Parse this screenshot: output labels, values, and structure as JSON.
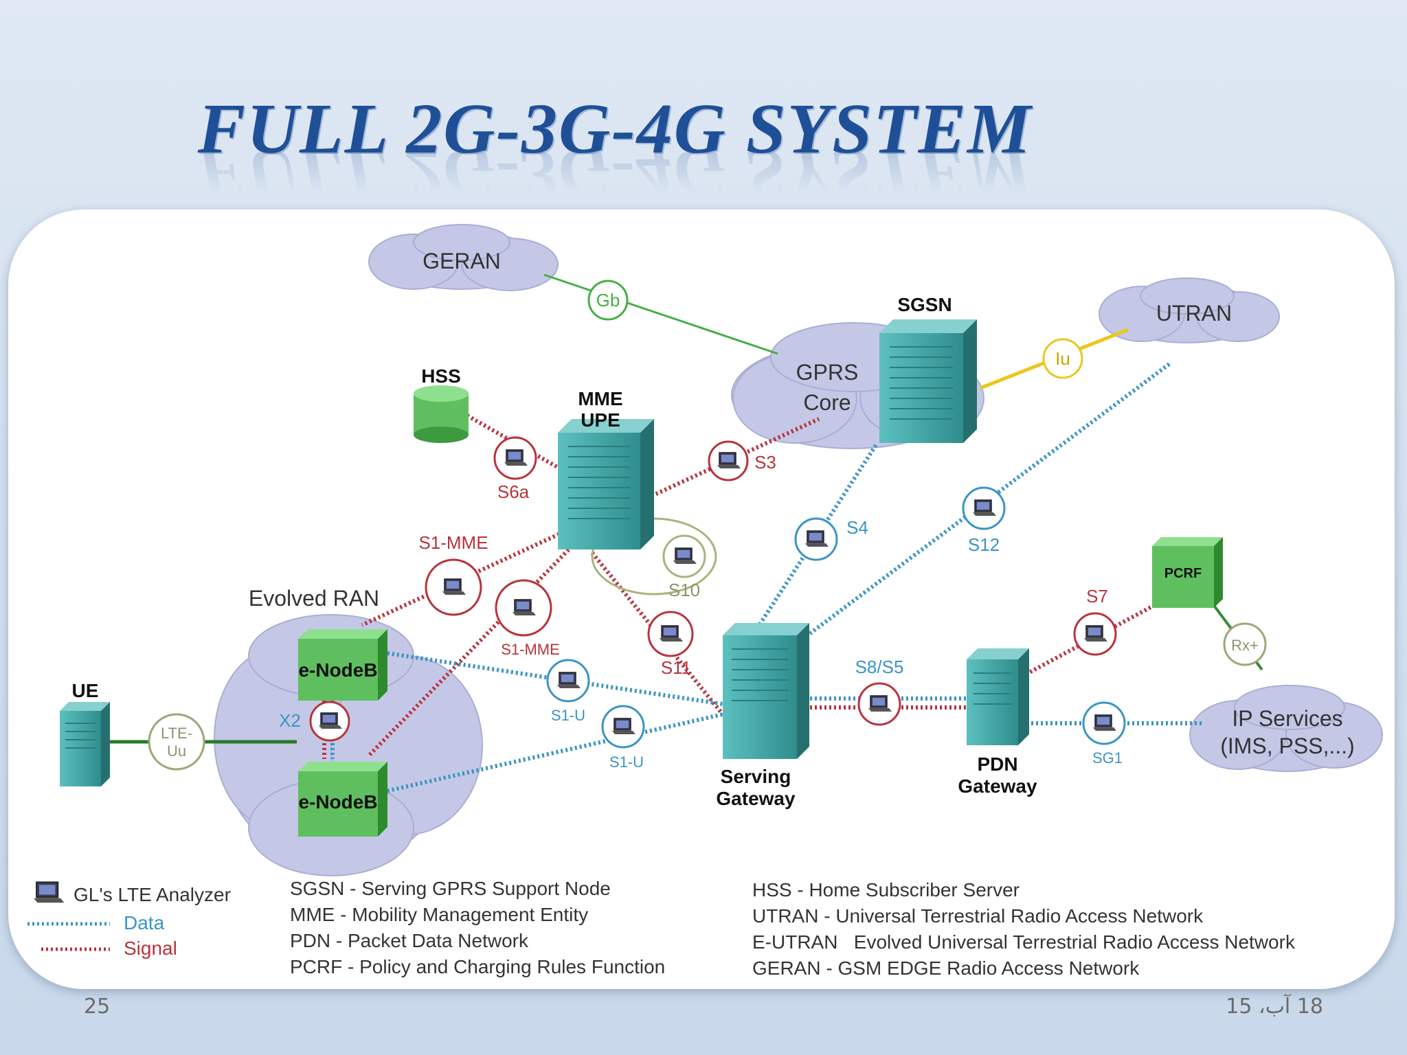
{
  "slide": {
    "title": "FULL 2G-3G-4G SYSTEM",
    "number": "25",
    "date": "18 آب، 15"
  },
  "network": {
    "clouds": {
      "geran": "GERAN",
      "utran": "UTRAN",
      "gprs_core_line1": "GPRS",
      "gprs_core_line2": "Core",
      "evolved_ran": "Evolved RAN",
      "ip_services_line1": "IP Services",
      "ip_services_line2": "(IMS, PSS,...)"
    },
    "nodes": {
      "sgsn": "SGSN",
      "hss": "HSS",
      "mme_line1": "MME",
      "mme_line2": "UPE",
      "pcrf": "PCRF",
      "ue": "UE",
      "enodeb_top": "e-NodeB",
      "enodeb_bottom": "e-NodeB",
      "serving_gw_line1": "Serving",
      "serving_gw_line2": "Gateway",
      "pdn_gw_line1": "PDN",
      "pdn_gw_line2": "Gateway"
    },
    "interfaces": {
      "gb": "Gb",
      "iu": "Iu",
      "lte_uu_line1": "LTE-",
      "lte_uu_line2": "Uu",
      "rx": "Rx+",
      "s6a": "S6a",
      "s3": "S3",
      "s4": "S4",
      "s12": "S12",
      "s1_mme_a": "S1-MME",
      "s1_mme_b": "S1-MME",
      "s10": "S10",
      "s11": "S11",
      "x2": "X2",
      "s1_u_a": "S1-U",
      "s1_u_b": "S1-U",
      "s8_s5": "S8/S5",
      "s7": "S7",
      "sg1": "SG1"
    }
  },
  "legend": {
    "analyzer": "GL's LTE Analyzer",
    "data": "Data",
    "signal": "Signal",
    "col1": [
      "SGSN - Serving GPRS Support Node",
      "MME - Mobility Management Entity",
      "PDN - Packet Data Network",
      "PCRF - Policy and Charging Rules Function"
    ],
    "col2": [
      "HSS - Home Subscriber Server",
      "UTRAN - Universal Terrestrial Radio Access Network",
      "E-UTRAN   Evolved Universal Terrestrial Radio Access Network",
      "GERAN - GSM EDGE Radio Access Network"
    ]
  },
  "colors": {
    "title": "#1f4f96",
    "cloud": "#c4c8e6",
    "server": "#3fa3a3",
    "node_green": "#5fbf5f",
    "data_line": "#3a94c4",
    "signal_line": "#b8323c",
    "gb_line": "#44b044",
    "iu_line": "#e8c81e"
  }
}
